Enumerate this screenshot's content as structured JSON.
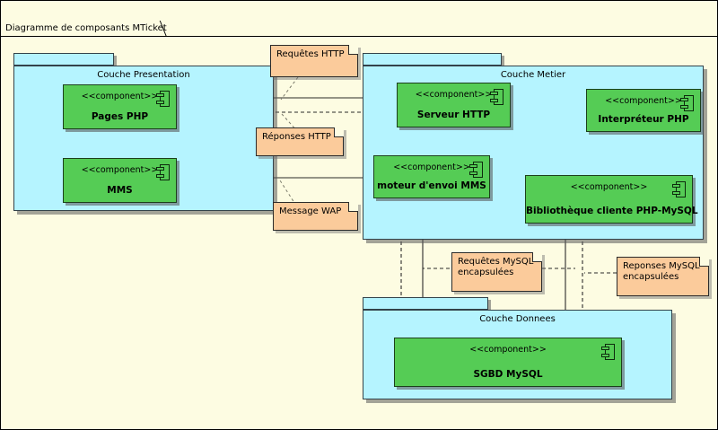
{
  "diagram": {
    "tab_label": "Diagramme de composants MTicket",
    "background_color": "#fdfce2",
    "component_fill": "#55cc55",
    "package_fill": "#b5f4ff",
    "note_fill": "#fbcb9b",
    "stereotype": "<<component>>"
  },
  "packages": [
    {
      "id": "presentation",
      "title": "Couche Presentation"
    },
    {
      "id": "metier",
      "title": "Couche Metier"
    },
    {
      "id": "donnees",
      "title": "Couche Donnees"
    }
  ],
  "components": [
    {
      "id": "pages-php",
      "stereotype": "<<component>>",
      "name": "Pages PHP"
    },
    {
      "id": "mms",
      "stereotype": "<<component>>",
      "name": "MMS"
    },
    {
      "id": "serveur-http",
      "stereotype": "<<component>>",
      "name": "Serveur HTTP"
    },
    {
      "id": "interpreteur-php",
      "stereotype": "<<component>>",
      "name": "Interpréteur PHP"
    },
    {
      "id": "moteur-mms",
      "stereotype": "<<component>>",
      "name": "moteur d'envoi MMS"
    },
    {
      "id": "biblio-php-mysql",
      "stereotype": "<<component>>",
      "name": "Bibliothèque cliente PHP-MySQL"
    },
    {
      "id": "sgbd-mysql",
      "stereotype": "<<component>>",
      "name": "SGBD MySQL"
    }
  ],
  "notes": [
    {
      "id": "requetes-http",
      "text": "Requêtes HTTP"
    },
    {
      "id": "reponses-http",
      "text": "Réponses HTTP"
    },
    {
      "id": "message-wap",
      "text": "Message WAP"
    },
    {
      "id": "requetes-mysql",
      "line1": "Requêtes MySQL",
      "line2": "encapsulées"
    },
    {
      "id": "reponses-mysql",
      "line1": "Reponses MySQL",
      "line2": "encapsulées"
    }
  ]
}
